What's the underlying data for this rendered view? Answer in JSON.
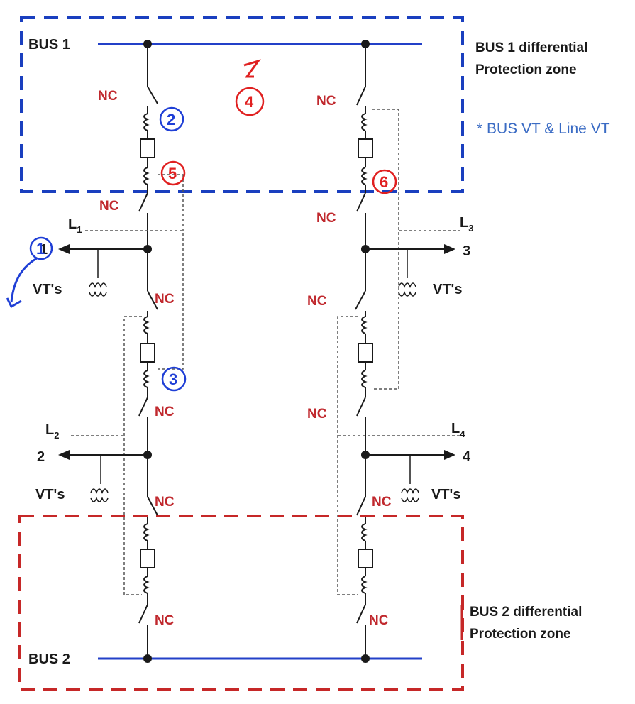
{
  "buses": {
    "bus1": {
      "label": "BUS 1"
    },
    "bus2": {
      "label": "BUS 2"
    }
  },
  "zones": {
    "bus1": {
      "line1": "BUS 1 differential",
      "line2": "Protection zone",
      "color": "#1a3fbf"
    },
    "bus2": {
      "line1": "BUS 2 differential",
      "line2": "Protection zone",
      "color": "#c62828"
    }
  },
  "note": {
    "text": "* BUS VT & Line VT"
  },
  "breaker_label": "NC",
  "lines": {
    "L1": {
      "main": "L",
      "sub": "1"
    },
    "L2": {
      "main": "L",
      "sub": "2"
    },
    "L3": {
      "main": "L",
      "sub": "3"
    },
    "L4": {
      "main": "L",
      "sub": "4"
    }
  },
  "feeders": {
    "f1": "1",
    "f2": "2",
    "f3": "3",
    "f4": "4"
  },
  "vt_label": "VT's",
  "annotations": {
    "blue": [
      "1",
      "2",
      "3"
    ],
    "red": [
      "4",
      "5",
      "6"
    ],
    "red_zigzag": "Z"
  },
  "colors": {
    "bus_line": "#2340c8",
    "breaker_nc": "#c0282d",
    "wire": "#1a1a1a"
  }
}
